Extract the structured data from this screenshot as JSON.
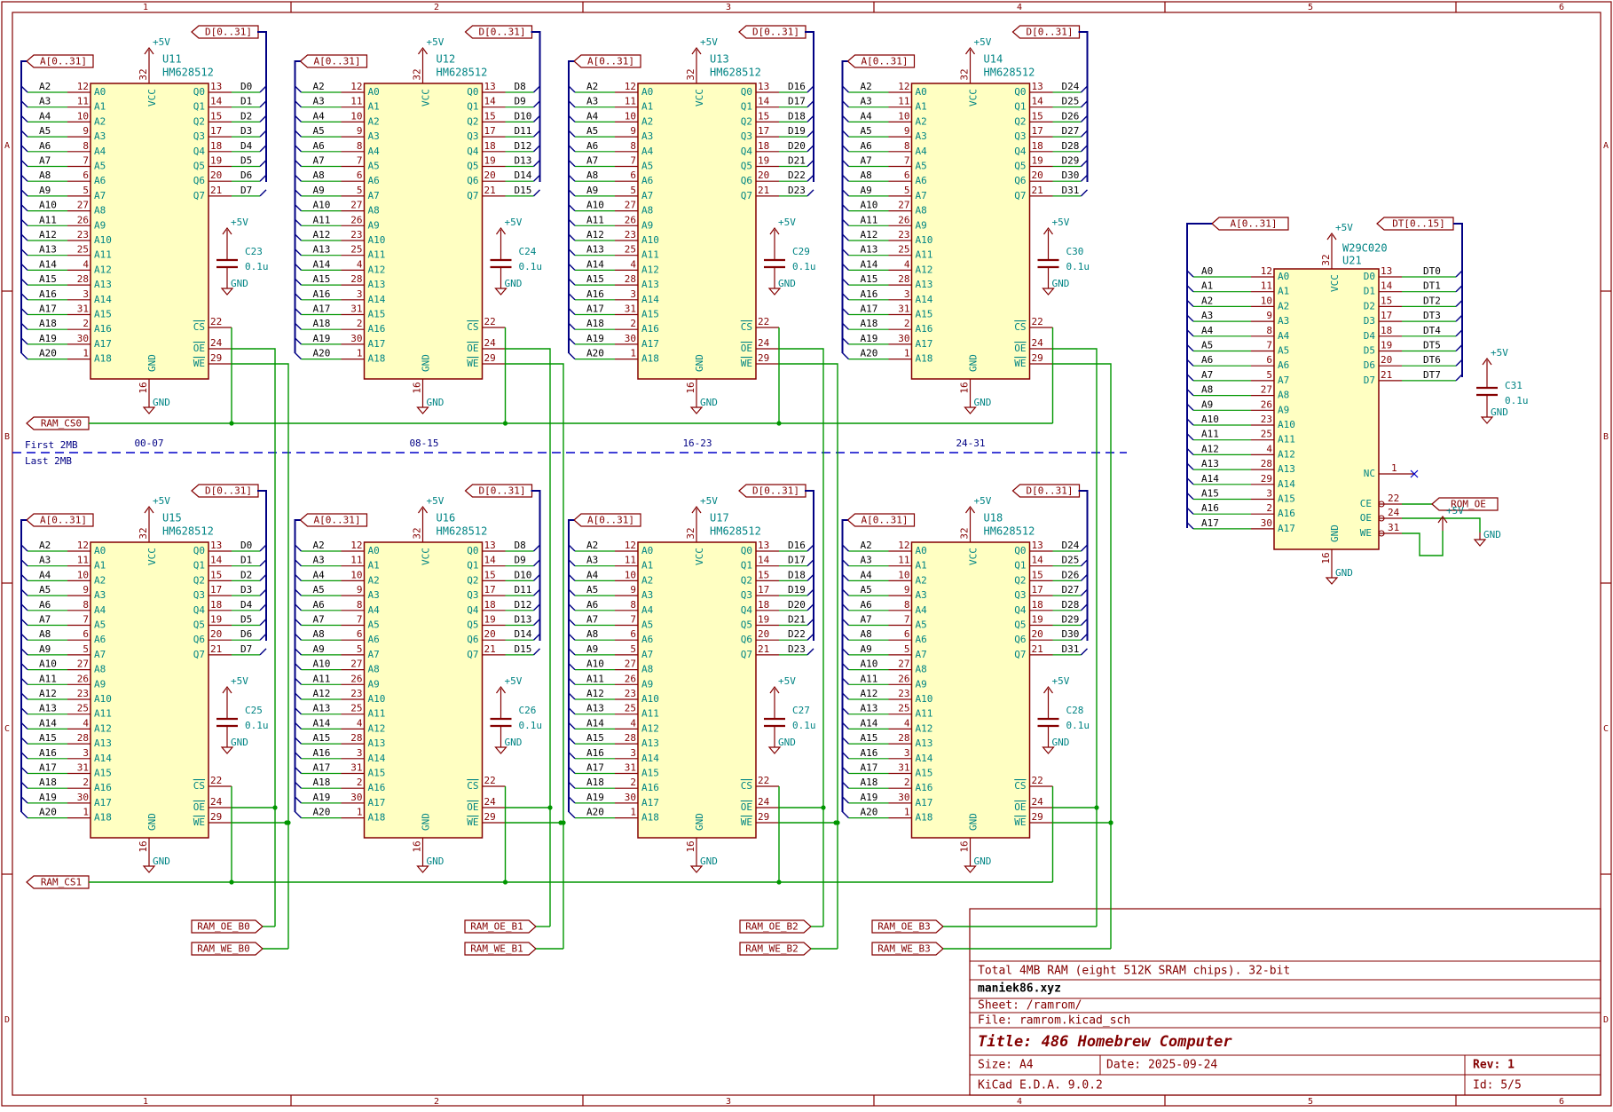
{
  "frame": {
    "col_labels": [
      "1",
      "2",
      "3",
      "4",
      "5",
      "6"
    ],
    "row_labels": [
      "A",
      "B",
      "C",
      "D"
    ]
  },
  "title_block": {
    "comment": "Total 4MB RAM (eight 512K SRAM chips). 32-bit",
    "company": "maniek86.xyz",
    "sheet": "Sheet: /ramrom/",
    "file": "File: ramrom.kicad_sch",
    "title": "Title: 486 Homebrew Computer",
    "size": "Size: A4",
    "date": "Date: 2025-09-24",
    "rev": "Rev: 1",
    "tool": "KiCad E.D.A. 9.0.2",
    "id": "Id: 5/5"
  },
  "divider": {
    "first": "First 2MB",
    "last": "Last 2MB",
    "byte_lanes": [
      "00-07",
      "08-15",
      "16-23",
      "24-31"
    ]
  },
  "common": {
    "addr_bus": "A[0..31]",
    "data_bus": "D[0..31]",
    "plus5v": "+5V",
    "gnd": "GND",
    "vcc": "VCC",
    "cap_value": "0.1u",
    "vcc_pin": "32",
    "gnd_pin": "16",
    "cs_bar": "CS",
    "oe_bar": "OE",
    "we_bar": "WE",
    "cs_pin": "22",
    "oe_pin": "24",
    "we_pin": "29"
  },
  "sram": {
    "part": "HM628512",
    "addr_pins": [
      "A0",
      "A1",
      "A2",
      "A3",
      "A4",
      "A5",
      "A6",
      "A7",
      "A8",
      "A9",
      "A10",
      "A11",
      "A12",
      "A13",
      "A14",
      "A15",
      "A16",
      "A17",
      "A18"
    ],
    "addr_pin_nums": [
      "12",
      "11",
      "10",
      "9",
      "8",
      "7",
      "6",
      "5",
      "27",
      "26",
      "23",
      "25",
      "4",
      "28",
      "3",
      "31",
      "2",
      "30",
      "1"
    ],
    "addr_nets": [
      "A2",
      "A3",
      "A4",
      "A5",
      "A6",
      "A7",
      "A8",
      "A9",
      "A10",
      "A11",
      "A12",
      "A13",
      "A14",
      "A15",
      "A16",
      "A17",
      "A18",
      "A19",
      "A20"
    ],
    "data_pins": [
      "Q0",
      "Q1",
      "Q2",
      "Q3",
      "Q4",
      "Q5",
      "Q6",
      "Q7"
    ],
    "data_pin_nums": [
      "13",
      "14",
      "15",
      "17",
      "18",
      "19",
      "20",
      "21"
    ]
  },
  "chips": [
    {
      "ref": "U11",
      "cap": "C23",
      "data_nets": [
        "D0",
        "D1",
        "D2",
        "D3",
        "D4",
        "D5",
        "D6",
        "D7"
      ]
    },
    {
      "ref": "U12",
      "cap": "C24",
      "data_nets": [
        "D8",
        "D9",
        "D10",
        "D11",
        "D12",
        "D13",
        "D14",
        "D15"
      ]
    },
    {
      "ref": "U13",
      "cap": "C29",
      "data_nets": [
        "D16",
        "D17",
        "D18",
        "D19",
        "D20",
        "D21",
        "D22",
        "D23"
      ]
    },
    {
      "ref": "U14",
      "cap": "C30",
      "data_nets": [
        "D24",
        "D25",
        "D26",
        "D27",
        "D28",
        "D29",
        "D30",
        "D31"
      ]
    },
    {
      "ref": "U15",
      "cap": "C25",
      "data_nets": [
        "D0",
        "D1",
        "D2",
        "D3",
        "D4",
        "D5",
        "D6",
        "D7"
      ]
    },
    {
      "ref": "U16",
      "cap": "C26",
      "data_nets": [
        "D8",
        "D9",
        "D10",
        "D11",
        "D12",
        "D13",
        "D14",
        "D15"
      ]
    },
    {
      "ref": "U17",
      "cap": "C27",
      "data_nets": [
        "D16",
        "D17",
        "D18",
        "D19",
        "D20",
        "D21",
        "D22",
        "D23"
      ]
    },
    {
      "ref": "U18",
      "cap": "C28",
      "data_nets": [
        "D24",
        "D25",
        "D26",
        "D27",
        "D28",
        "D29",
        "D30",
        "D31"
      ]
    }
  ],
  "cs_labels": [
    "RAM_CS0",
    "RAM_CS1"
  ],
  "strobe_labels": [
    [
      "RAM_OE_B0",
      "RAM_WE_B0"
    ],
    [
      "RAM_OE_B1",
      "RAM_WE_B1"
    ],
    [
      "RAM_OE_B2",
      "RAM_WE_B2"
    ],
    [
      "RAM_OE_B3",
      "RAM_WE_B3"
    ]
  ],
  "rom": {
    "ref": "U21",
    "part": "W29C020",
    "cap": "C31",
    "addr_bus": "A[0..31]",
    "data_bus": "DT[0..15]",
    "addr_pins": [
      "A0",
      "A1",
      "A2",
      "A3",
      "A4",
      "A5",
      "A6",
      "A7",
      "A8",
      "A9",
      "A10",
      "A11",
      "A12",
      "A13",
      "A14",
      "A15",
      "A16",
      "A17"
    ],
    "addr_pin_nums": [
      "12",
      "11",
      "10",
      "9",
      "8",
      "7",
      "6",
      "5",
      "27",
      "26",
      "23",
      "25",
      "4",
      "28",
      "29",
      "3",
      "2",
      "30"
    ],
    "addr_nets": [
      "A0",
      "A1",
      "A2",
      "A3",
      "A4",
      "A5",
      "A6",
      "A7",
      "A8",
      "A9",
      "A10",
      "A11",
      "A12",
      "A13",
      "A14",
      "A15",
      "A16",
      "A17"
    ],
    "data_pins": [
      "D0",
      "D1",
      "D2",
      "D3",
      "D4",
      "D5",
      "D6",
      "D7"
    ],
    "data_pin_nums": [
      "13",
      "14",
      "15",
      "17",
      "18",
      "19",
      "20",
      "21"
    ],
    "data_nets": [
      "DT0",
      "DT1",
      "DT2",
      "DT3",
      "DT4",
      "DT5",
      "DT6",
      "DT7"
    ],
    "nc": "NC",
    "nc_pin": "1",
    "ce": "CE",
    "oe": "OE",
    "we": "WE",
    "ce_pin": "22",
    "oe_pin": "24",
    "we_pin": "31",
    "ce_net": "ROM_OE",
    "vcc_pin": "32",
    "gnd_pin": "16"
  }
}
